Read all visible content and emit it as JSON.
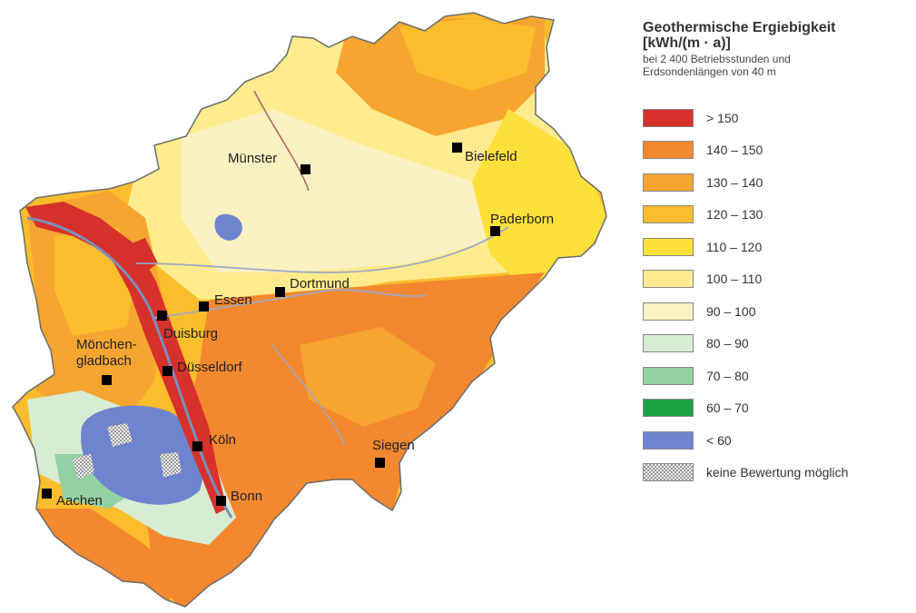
{
  "legend": {
    "title_line1": "Geothermische Ergiebigkeit",
    "title_line2": "[kWh/(m · a)]",
    "subtitle_line1": "bei 2 400 Betriebsstunden und",
    "subtitle_line2": "Erdsondenlängen von 40 m",
    "items": [
      {
        "label": "> 150",
        "color": "#d7312c"
      },
      {
        "label": "140 – 150",
        "color": "#f3882f"
      },
      {
        "label": "130 – 140",
        "color": "#f6a530"
      },
      {
        "label": "120 – 130",
        "color": "#fbbd2c"
      },
      {
        "label": "110 – 120",
        "color": "#fde03a"
      },
      {
        "label": "100 – 110",
        "color": "#fdeb8d"
      },
      {
        "label": "90 – 100",
        "color": "#faf1c2"
      },
      {
        "label": "80 –  90",
        "color": "#d6edd3"
      },
      {
        "label": "70 –  80",
        "color": "#93d0a3"
      },
      {
        "label": "60 –  70",
        "color": "#1aa244"
      },
      {
        "label": "< 60",
        "color": "#6f84cf"
      },
      {
        "label": "keine Bewertung möglich",
        "color": "pattern"
      }
    ]
  },
  "cities": {
    "muenster": "Münster",
    "bielefeld": "Bielefeld",
    "paderborn": "Paderborn",
    "dortmund": "Dortmund",
    "essen": "Essen",
    "duisburg": "Duisburg",
    "moenchengladbach_1": "Mönchen-",
    "moenchengladbach_2": "gladbach",
    "duesseldorf": "Düsseldorf",
    "koeln": "Köln",
    "bonn": "Bonn",
    "aachen": "Aachen",
    "siegen": "Siegen"
  }
}
